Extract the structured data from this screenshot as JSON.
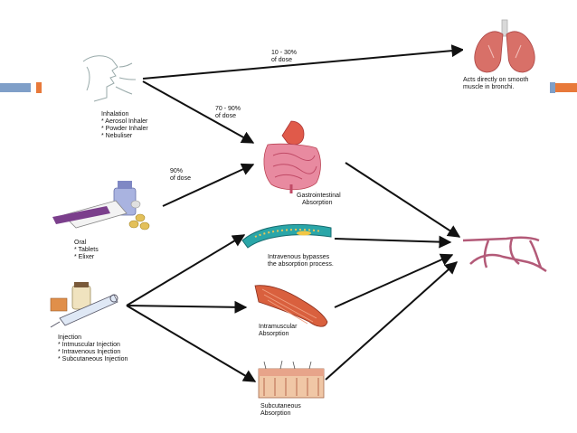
{
  "colors": {
    "accent_bar_left": "#7f9fc8",
    "accent_bar_right": "#e8793a",
    "arrow": "#111111",
    "lung": "#d87068",
    "stomach": "#e05a4a",
    "intestine": "#e88aa0",
    "vein": "#2aa6a8",
    "muscle": "#d9603e",
    "skin": "#e7a48a",
    "capillary": "#b35a78"
  },
  "icons": {
    "inhalation": "face-inhaling-icon",
    "lungs": "lungs-icon",
    "gi": "digestive-system-icon",
    "oral": "pills-and-bottle-icon",
    "injection": "syringe-and-vial-icon",
    "vein": "blood-vessel-icon",
    "muscle": "muscle-tissue-icon",
    "skin": "skin-layer-icon",
    "capillaries": "capillary-network-icon"
  },
  "routes": {
    "inhalation": {
      "title": "Inhalation",
      "items": [
        "* Aerosol Inhaler",
        "* Powder Inhaler",
        "* Nebuliser"
      ]
    },
    "oral": {
      "title": "Oral",
      "items": [
        "* Tablets",
        "* Elixer"
      ]
    },
    "injection": {
      "title": "Injection",
      "items": [
        "* Intmuscular Injection",
        "* Intravenous Injection",
        "* Subcutaneous Injection"
      ]
    }
  },
  "edges": {
    "inhal_to_lungs": [
      "10 - 30%",
      "of dose"
    ],
    "inhal_to_gi": [
      "70 - 90%",
      "of dose"
    ],
    "oral_to_gi": [
      "90%",
      "of dose"
    ]
  },
  "targets": {
    "lungs": [
      "Acts directly on smooth",
      "muscle in bronchi."
    ],
    "gi": [
      "Gastrointestinal",
      "Absorption"
    ],
    "iv": [
      "Intravenous bypasses",
      "the absorption process."
    ],
    "im": [
      "Intramuscular",
      "Absorption"
    ],
    "sc": [
      "Subcutaneous",
      "Absorption"
    ]
  }
}
